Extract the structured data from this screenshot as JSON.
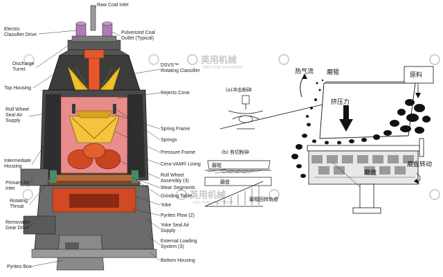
{
  "left_labels": {
    "raw_coal_inlet": "Raw Coal Inlet",
    "electric_classifier_drive_1": "Electric",
    "electric_classifier_drive_2": "Classifier Drive",
    "pulverized_coal_1": "Pulverized Coal",
    "pulverized_coal_2": "Outlet  (Typical)",
    "discharge_turret_1": "Discharge",
    "discharge_turret_2": "Turret",
    "dsvs_1": "DSVS™",
    "dsvs_2": "Rotating Classifier",
    "top_housing": "Top Housing",
    "rejects_cone": "Rejects Cone",
    "roll_wheel_seal_1": "Roll Wheel",
    "roll_wheel_seal_2": "Seal Air",
    "roll_wheel_seal_3": "Supply",
    "spring_frame": "Spring Frame",
    "springs": "Springs",
    "pressure_frame": "Pressure Frame",
    "intermediate_housing_1": "Intermediate",
    "intermediate_housing_2": "Housing",
    "cera_vam": "Cera-VAM® Lining",
    "roll_wheel_assembly_1": "Roll Wheel",
    "roll_wheel_assembly_2": "Assembly (3)",
    "primary_air_1": "Primary Air",
    "primary_air_2": "Inlet",
    "wear_segments": "Wear Segments",
    "grinding_table": "Grinding Table",
    "rotating_throat_1": "Rotating",
    "rotating_throat_2": "Throat",
    "yoke": "Yoke",
    "pyrites_plow": "Pyrites Plow (2)",
    "removable_gear_1": "Removable",
    "removable_gear_2": "Gear Drive",
    "yoke_seal_1": "Yoke Seal Air",
    "yoke_seal_2": "Supply",
    "external_loading_1": "External Loading",
    "external_loading_2": "System (3)",
    "pyrites_box": "Pyrites Box",
    "bottom_housing": "Bottom Housing"
  },
  "right_labels": {
    "panel_a": "(a)冲击粉碎",
    "panel_b": "(b) 剪切粉碎",
    "hot_air": "热气流",
    "grinding_roller": "磨辊",
    "raw_material": "原料",
    "squeeze_force": "挤压力",
    "disc_rotation": "磨盘转动",
    "mill_disc": "磨盘",
    "b_roller": "磨辊",
    "b_disc": "磨盘",
    "b_track": "磨辊回转轨迹"
  },
  "watermarks": {
    "brand_cn": "英用机械",
    "brand_en": "YING YONG MACHINERY"
  },
  "colors": {
    "housing_dark": "#3c3c3c",
    "housing_mid": "#6b6b6b",
    "rotor_orange": "#e8552a",
    "classifier_yellow": "#f0c02a",
    "drive_purple": "#b07ab8",
    "pink_wall": "#e88c8c",
    "table_brown": "#b06a3a"
  }
}
